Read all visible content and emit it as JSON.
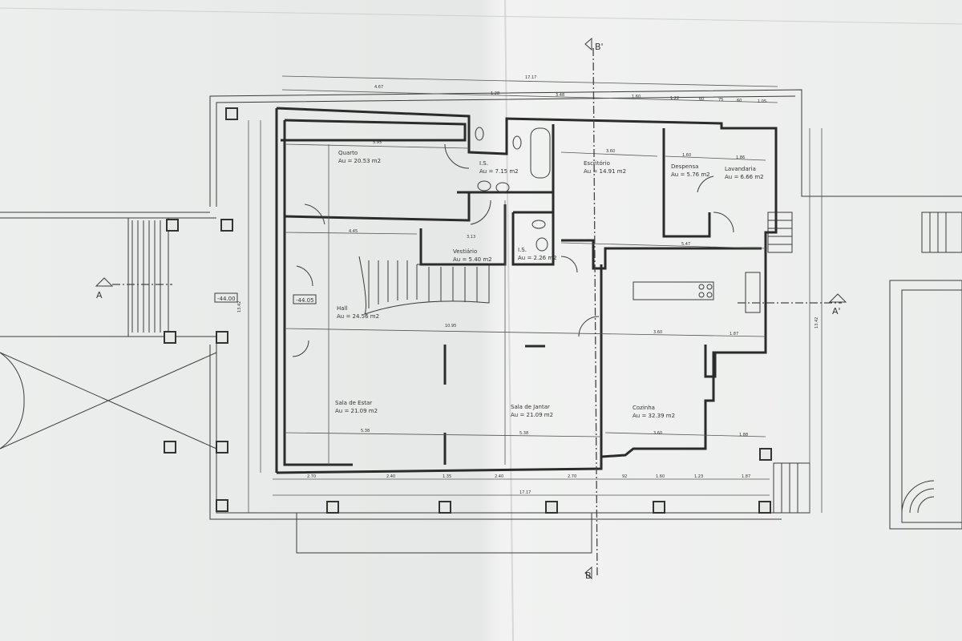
{
  "rooms": [
    {
      "name": "Quarto",
      "area": "Au = 20.53 m2"
    },
    {
      "name": "I.S.",
      "area": "Au = 7.15 m2"
    },
    {
      "name": "Escritório",
      "area": "Au = 14.91 m2"
    },
    {
      "name": "Despensa",
      "area": "Au = 5.76 m2"
    },
    {
      "name": "Lavandaria",
      "area": "Au = 6.66 m2"
    },
    {
      "name": "Vestiário",
      "area": "Au = 5.40 m2"
    },
    {
      "name": "I.S.",
      "area": "Au = 2.26 m2"
    },
    {
      "name": "Hall",
      "area": "Au = 24.56 m2"
    },
    {
      "name": "Sala de Estar",
      "area": "Au = 21.09 m2"
    },
    {
      "name": "Sala de Jantar",
      "area": "Au = 21.09 m2"
    },
    {
      "name": "Cozinha",
      "area": "Au = 32.39 m2"
    }
  ],
  "levels": [
    "-44.00",
    "-44.05"
  ],
  "sections": {
    "b_top": "B'",
    "b_bottom": "B",
    "a_left": "A",
    "a_right": "A'"
  },
  "dims_top": {
    "total": "17.17",
    "a": "4.67",
    "b": "1.28",
    "c": "3.48",
    "d": "1.60",
    "e": "1.22",
    "f": "60",
    "g": "75",
    "h": "60",
    "i": "1.05"
  },
  "dims_bottom": {
    "a": "2.70",
    "b": "2.40",
    "c": "1.35",
    "d": "2.40",
    "e": "2.70",
    "f": "92",
    "g": "1.60",
    "h": "1.23",
    "i": "1.87",
    "total": "17.17"
  },
  "dims_inner": {
    "quarto_w": "5.95",
    "hall_w": "4.45",
    "hall_long": "10.95",
    "vest_w": "3.13",
    "esc_w": "3.60",
    "desp_w": "1.60",
    "lav_w": "1.86",
    "kit_w": "5.47",
    "cz_w1": "3.60",
    "cz_w2": "1.87",
    "estar_w": "5.38",
    "jantar_w": "5.38",
    "cz_w3": "3.60",
    "cz_w4": "1.88",
    "left_total": "13.42",
    "right_total": "13.42"
  }
}
